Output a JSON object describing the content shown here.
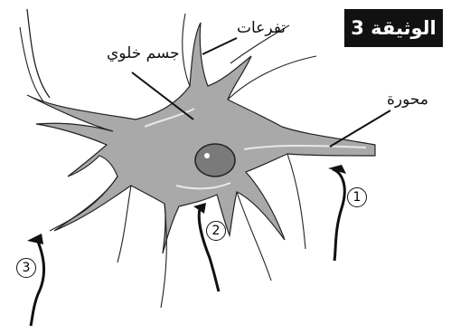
{
  "document": {
    "title": "الوثيقة 3",
    "labels": {
      "dendrites": "تفرعات",
      "cell_body": "جسم خلوي",
      "axon": "محورة"
    },
    "markers": [
      "1",
      "2",
      "3"
    ]
  }
}
